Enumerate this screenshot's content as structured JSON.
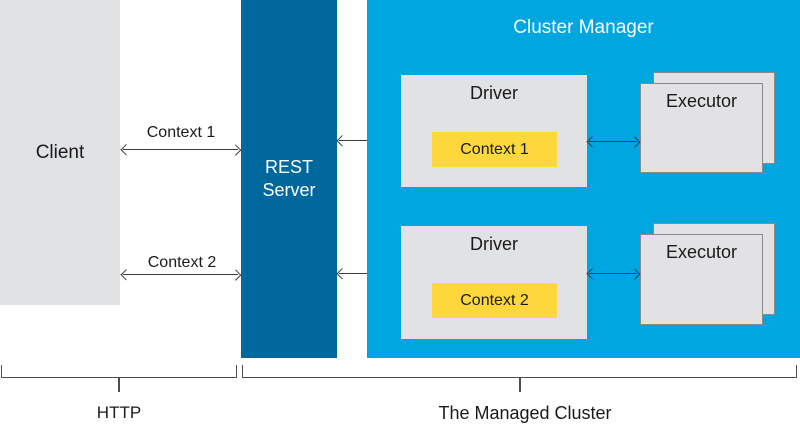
{
  "client": {
    "label": "Client"
  },
  "rest_server": {
    "line1": "REST",
    "line2": "Server"
  },
  "cluster_manager": {
    "title": "Cluster Manager"
  },
  "rows": [
    {
      "channel_label": "Context 1",
      "driver_label": "Driver",
      "context_label": "Context 1",
      "executor_label": "Executor"
    },
    {
      "channel_label": "Context 2",
      "driver_label": "Driver",
      "context_label": "Context 2",
      "executor_label": "Executor"
    }
  ],
  "braces": {
    "http_label": "HTTP",
    "cluster_label": "The Managed Cluster"
  },
  "colors": {
    "rest_server_blue": "#00689d",
    "cluster_manager_cyan": "#00a6e0",
    "box_gray": "#e1e2e4",
    "context_yellow": "#fdd83c",
    "arrow_gray": "#3d3d3d",
    "text_dark": "#1a1a1a"
  }
}
